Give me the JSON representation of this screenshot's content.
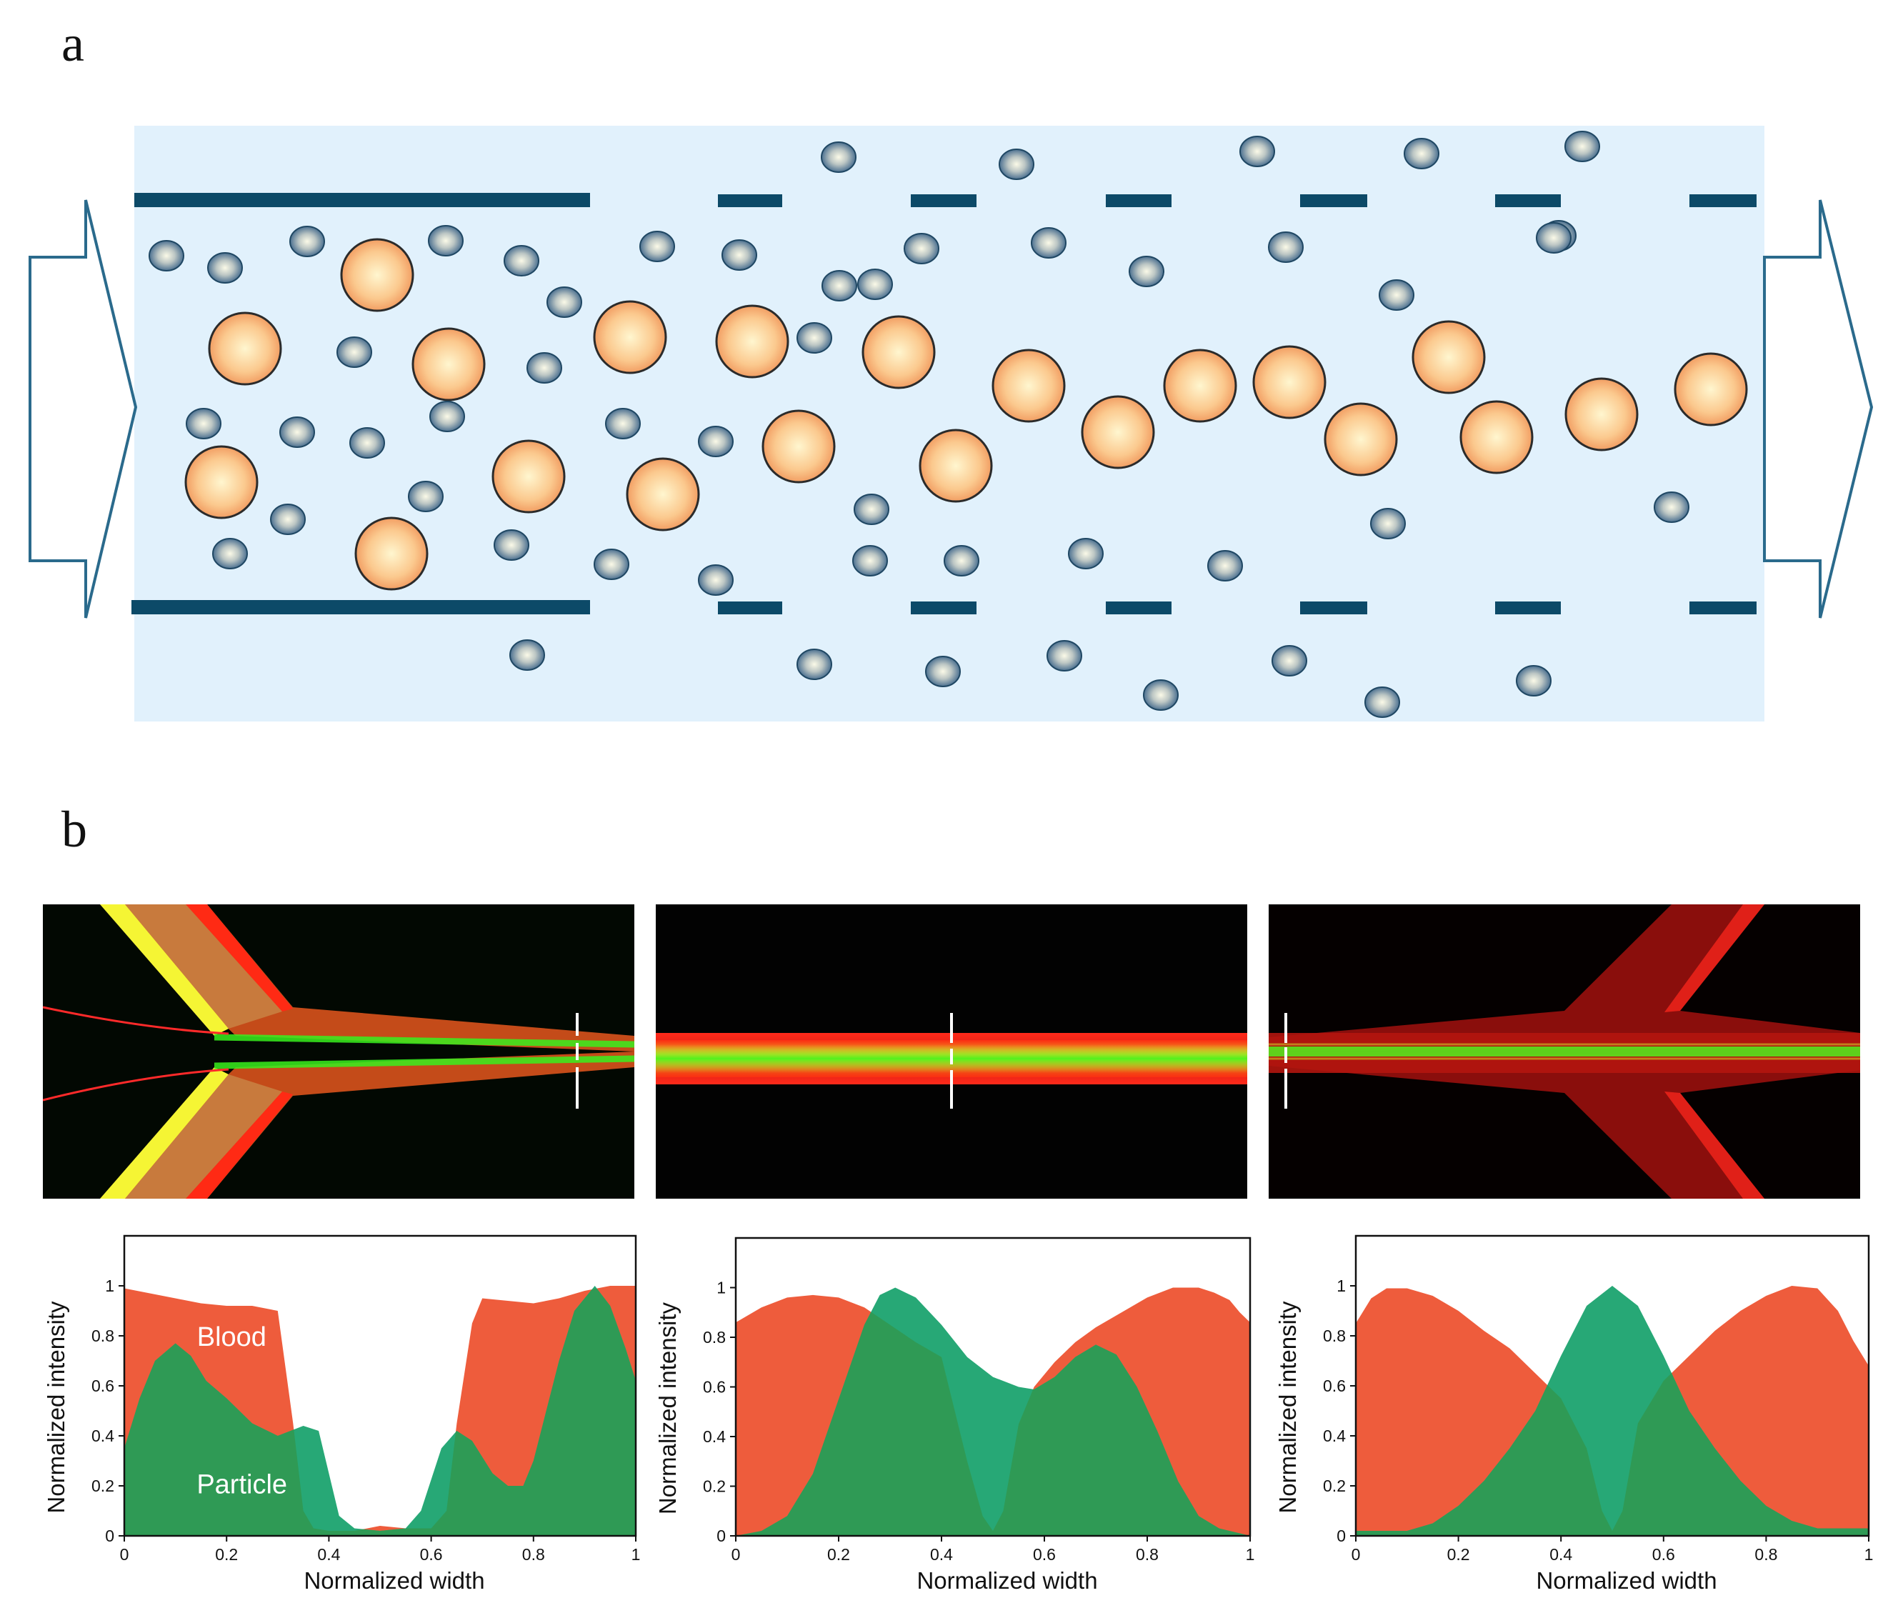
{
  "panels": {
    "a": "a",
    "b": "b"
  },
  "colors": {
    "channel": "#e1f1fc",
    "wall": "#0c4a68",
    "large_cell_center": "#fff4c8",
    "large_cell_edge": "#f3a05e",
    "small_cell_center": "#f4f2e2",
    "small_cell_edge": "#3c6f96",
    "blood": "#ee5c3c",
    "particle": "#27a876",
    "overlap": "#2f9a55"
  },
  "images": [
    {
      "description": "fluorescence micrograph - inlet"
    },
    {
      "description": "fluorescence micrograph - middle"
    },
    {
      "description": "fluorescence micrograph - outlet"
    }
  ],
  "chart_data": [
    {
      "type": "area",
      "xlabel": "Normalized width",
      "ylabel": "Normalized intensity",
      "xlim": [
        0,
        1
      ],
      "ylim": [
        0,
        1.2
      ],
      "xticks": [
        "0",
        "0.2",
        "0.4",
        "0.6",
        "0.8",
        "1"
      ],
      "yticks": [
        "0",
        "0.2",
        "0.4",
        "0.6",
        "0.8",
        "1"
      ],
      "annotations": [
        "Blood",
        "Particle"
      ],
      "series": [
        {
          "name": "Blood",
          "x": [
            0,
            0.05,
            0.1,
            0.15,
            0.2,
            0.25,
            0.3,
            0.33,
            0.35,
            0.37,
            0.4,
            0.45,
            0.5,
            0.55,
            0.6,
            0.63,
            0.65,
            0.68,
            0.7,
            0.75,
            0.8,
            0.85,
            0.9,
            0.95,
            1
          ],
          "y": [
            0.99,
            0.97,
            0.95,
            0.93,
            0.92,
            0.92,
            0.9,
            0.45,
            0.1,
            0.03,
            0.02,
            0.02,
            0.04,
            0.03,
            0.03,
            0.1,
            0.45,
            0.85,
            0.95,
            0.94,
            0.93,
            0.95,
            0.98,
            1.0,
            1.0
          ]
        },
        {
          "name": "Particle",
          "x": [
            0,
            0.03,
            0.06,
            0.1,
            0.13,
            0.16,
            0.2,
            0.25,
            0.3,
            0.35,
            0.38,
            0.4,
            0.42,
            0.45,
            0.5,
            0.55,
            0.58,
            0.62,
            0.65,
            0.68,
            0.72,
            0.75,
            0.78,
            0.8,
            0.85,
            0.88,
            0.92,
            0.95,
            0.98,
            1
          ],
          "y": [
            0.35,
            0.55,
            0.7,
            0.77,
            0.72,
            0.62,
            0.55,
            0.45,
            0.4,
            0.44,
            0.42,
            0.25,
            0.08,
            0.03,
            0.02,
            0.03,
            0.1,
            0.35,
            0.42,
            0.38,
            0.25,
            0.2,
            0.2,
            0.3,
            0.7,
            0.9,
            1.0,
            0.92,
            0.75,
            0.62
          ]
        }
      ]
    },
    {
      "type": "area",
      "xlabel": "Normalized width",
      "ylabel": "Normalized intensity",
      "xlim": [
        0,
        1
      ],
      "ylim": [
        0,
        1.2
      ],
      "xticks": [
        "0",
        "0.2",
        "0.4",
        "0.6",
        "0.8",
        "1"
      ],
      "yticks": [
        "0",
        "0.2",
        "0.4",
        "0.6",
        "0.8",
        "1"
      ],
      "series": [
        {
          "name": "Blood",
          "x": [
            0,
            0.05,
            0.1,
            0.15,
            0.2,
            0.25,
            0.3,
            0.35,
            0.4,
            0.45,
            0.48,
            0.5,
            0.52,
            0.55,
            0.58,
            0.62,
            0.66,
            0.7,
            0.75,
            0.8,
            0.85,
            0.9,
            0.93,
            0.96,
            0.98,
            1
          ],
          "y": [
            0.86,
            0.92,
            0.96,
            0.97,
            0.96,
            0.92,
            0.85,
            0.78,
            0.72,
            0.3,
            0.08,
            0.02,
            0.1,
            0.45,
            0.6,
            0.7,
            0.78,
            0.84,
            0.9,
            0.96,
            1.0,
            1.0,
            0.98,
            0.95,
            0.9,
            0.86
          ]
        },
        {
          "name": "Particle",
          "x": [
            0,
            0.05,
            0.1,
            0.15,
            0.2,
            0.25,
            0.28,
            0.31,
            0.35,
            0.4,
            0.45,
            0.5,
            0.55,
            0.58,
            0.62,
            0.66,
            0.7,
            0.74,
            0.78,
            0.82,
            0.86,
            0.9,
            0.94,
            0.98,
            1
          ],
          "y": [
            0.0,
            0.02,
            0.08,
            0.25,
            0.55,
            0.85,
            0.97,
            1.0,
            0.96,
            0.85,
            0.72,
            0.64,
            0.6,
            0.59,
            0.64,
            0.72,
            0.77,
            0.73,
            0.6,
            0.42,
            0.22,
            0.08,
            0.03,
            0.01,
            0.0
          ]
        }
      ]
    },
    {
      "type": "area",
      "xlabel": "Normalized width",
      "ylabel": "Normalized intensity",
      "xlim": [
        0,
        1
      ],
      "ylim": [
        0,
        1.2
      ],
      "xticks": [
        "0",
        "0.2",
        "0.4",
        "0.6",
        "0.8",
        "1"
      ],
      "yticks": [
        "0",
        "0.2",
        "0.4",
        "0.6",
        "0.8",
        "1"
      ],
      "series": [
        {
          "name": "Blood",
          "x": [
            0,
            0.03,
            0.06,
            0.1,
            0.15,
            0.2,
            0.25,
            0.3,
            0.35,
            0.4,
            0.45,
            0.48,
            0.5,
            0.52,
            0.55,
            0.6,
            0.65,
            0.7,
            0.75,
            0.8,
            0.85,
            0.9,
            0.94,
            0.97,
            1
          ],
          "y": [
            0.85,
            0.95,
            0.99,
            0.99,
            0.96,
            0.9,
            0.82,
            0.75,
            0.65,
            0.55,
            0.35,
            0.1,
            0.02,
            0.1,
            0.45,
            0.62,
            0.72,
            0.82,
            0.9,
            0.96,
            1.0,
            0.99,
            0.9,
            0.78,
            0.68
          ]
        },
        {
          "name": "Particle",
          "x": [
            0,
            0.1,
            0.15,
            0.2,
            0.25,
            0.3,
            0.35,
            0.4,
            0.45,
            0.5,
            0.55,
            0.6,
            0.65,
            0.7,
            0.75,
            0.8,
            0.85,
            0.9,
            0.95,
            1
          ],
          "y": [
            0.02,
            0.02,
            0.05,
            0.12,
            0.22,
            0.35,
            0.5,
            0.72,
            0.92,
            1.0,
            0.92,
            0.72,
            0.5,
            0.35,
            0.22,
            0.12,
            0.06,
            0.03,
            0.03,
            0.03
          ]
        }
      ]
    }
  ]
}
